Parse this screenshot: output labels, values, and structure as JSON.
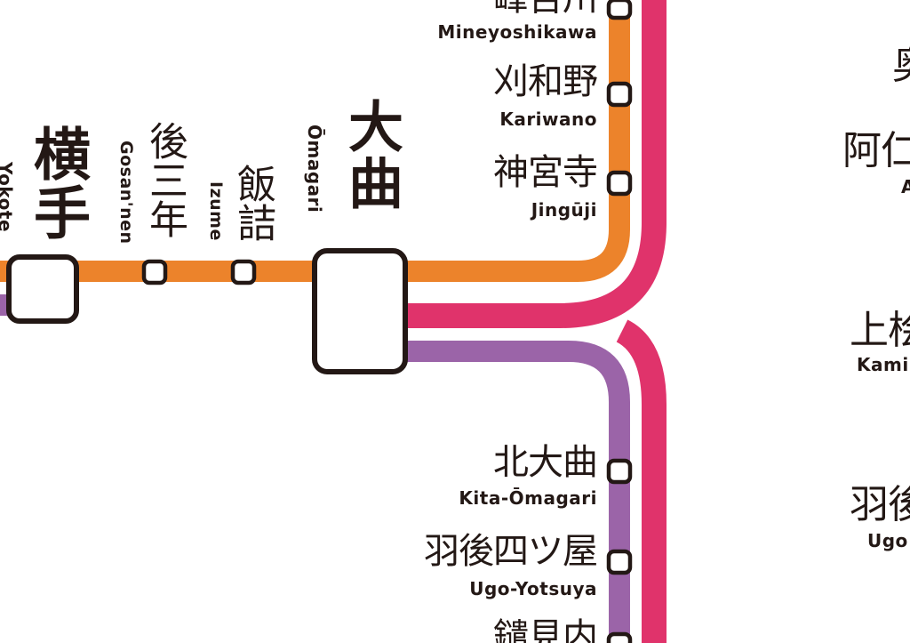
{
  "colors": {
    "orange_line": "#EC832B",
    "magenta_line": "#E0336B",
    "purple_line": "#9B64A8",
    "ink": "#231815",
    "background": "#FFFFFF"
  },
  "stations": {
    "mineyoshikawa": {
      "kanji": "峰吉川",
      "romaji": "Mineyoshikawa"
    },
    "kariwano": {
      "kanji": "刈和野",
      "romaji": "Kariwano"
    },
    "jinguji": {
      "kanji": "神宮寺",
      "romaji": "Jingūji"
    },
    "omagari": {
      "kanji": "大曲",
      "romaji": "Ōmagari"
    },
    "izume": {
      "kanji": "飯詰",
      "romaji": "Izume"
    },
    "gosannen": {
      "kanji": "後三年",
      "romaji": "Gosan'nen"
    },
    "yokote": {
      "kanji": "横手",
      "romaji": "Yokote"
    },
    "kita_omagari": {
      "kanji": "北大曲",
      "romaji": "Kita-Ōmagari"
    },
    "ugo_yotsuya": {
      "kanji": "羽後四ツ屋",
      "romaji": "Ugo-Yotsuya"
    },
    "next_south": {
      "kanji": "鑓見内"
    }
  },
  "right_column": [
    {
      "kanji": "奥",
      "romaji": ""
    },
    {
      "kanji": "阿仁",
      "romaji": "A"
    },
    {
      "kanji": "上桧",
      "romaji": "Kami"
    },
    {
      "kanji": "羽後",
      "romaji": "Ugo"
    }
  ]
}
